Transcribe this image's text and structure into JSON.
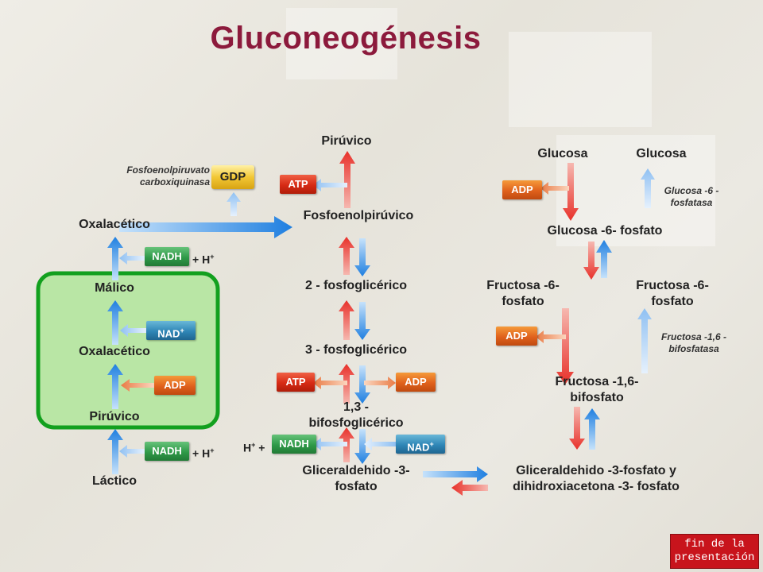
{
  "title": "Gluconeogénesis",
  "left": {
    "oxalacetico_top": "Oxalacético",
    "malico": "Málico",
    "oxalacetico_mid": "Oxalacético",
    "piruvico": "Pirúvico",
    "lactico": "Láctico",
    "enzyme": "Fosfoenolpiruvato carboxiquinasa",
    "gdp": "GDP",
    "nadh_top": "NADH",
    "hplus_top": "+ H",
    "nad_left": "NAD",
    "adp_left": "ADP",
    "nadh_bottom": "NADH",
    "hplus_bottom": "+ H"
  },
  "middle": {
    "piruvico": "Pirúvico",
    "pep": "Fosfoenolpirúvico",
    "pg2": "2 - fosfoglicérico",
    "pg3": "3 - fosfoglicérico",
    "bpg": "1,3 - bifosfoglicérico",
    "gap": "Gliceraldehido -3- fosfato",
    "atp_top": "ATP",
    "atp_mid": "ATP",
    "adp_mid": "ADP",
    "nadh": "NADH",
    "hplus": "H",
    "plus": "+",
    "nad": "NAD"
  },
  "right": {
    "glucosa1": "Glucosa",
    "glucosa2": "Glucosa",
    "g6p": "Glucosa -6- fosfato",
    "g6pase": "Glucosa -6 - fosfatasa",
    "f6p_left": "Fructosa -6- fosfato",
    "f6p_right": "Fructosa -6- fosfato",
    "fbpase": "Fructosa -1,6 -bifosfatasa",
    "fbp": "Fructosa -1,6- bifosfato",
    "triose": "Gliceraldehido -3-fosfato y dihidroxiacetona -3- fosfato",
    "adp_top": "ADP",
    "adp_mid": "ADP"
  },
  "superscript_plus": "+",
  "end_button": "fin de la presentación",
  "colors": {
    "title": "#8c1a3c",
    "red_arrow": "#e8312a",
    "blue_arrow": "#1f7fe0",
    "box_border": "#12a01e",
    "box_fill": "#b9e6a5"
  }
}
